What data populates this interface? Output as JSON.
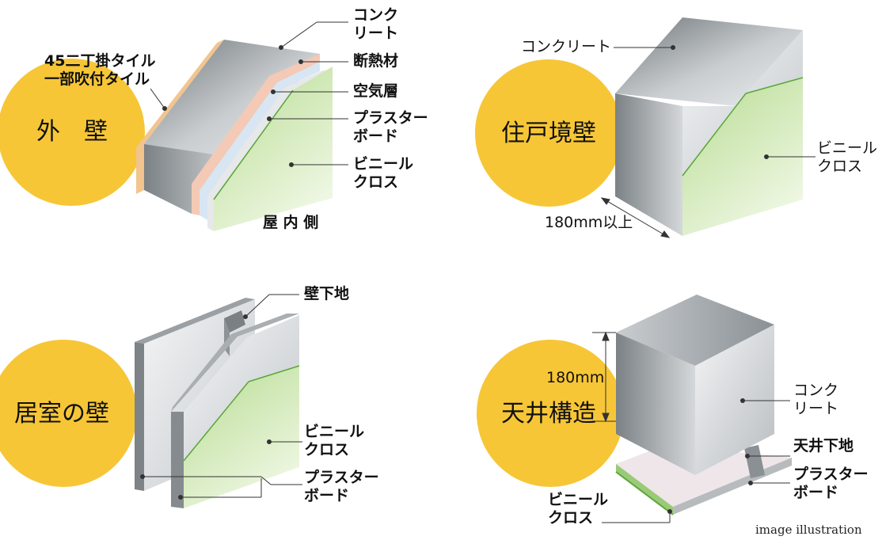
{
  "panels": {
    "exterior": {
      "title": "外　壁",
      "labels": {
        "tile": "45二丁掛タイル\n一部吹付タイル",
        "concrete": "コンク\nリート",
        "insulation": "断熱材",
        "air_layer": "空気層",
        "plasterboard": "プラスター\nボード",
        "vinyl_cloth": "ビニール\nクロス",
        "indoor_side": "屋 内 側"
      }
    },
    "dwelling_boundary": {
      "title": "住戸境壁",
      "labels": {
        "concrete": "コンクリート",
        "vinyl_cloth": "ビニール\nクロス",
        "thickness": "180mm以上"
      }
    },
    "room_wall": {
      "title": "居室の壁",
      "labels": {
        "wall_base": "壁下地",
        "vinyl_cloth": "ビニール\nクロス",
        "plasterboard": "プラスター\nボード"
      }
    },
    "ceiling": {
      "title": "天井構造",
      "labels": {
        "thickness": "180mm",
        "concrete": "コンク\nリート",
        "ceiling_base": "天井下地",
        "plasterboard": "プラスター\nボード",
        "vinyl_cloth": "ビニール\nクロス"
      }
    }
  },
  "footnote": "image illustration",
  "colors": {
    "circle": "#f7c637",
    "concrete_light": "#e9ecee",
    "concrete_dark": "#8f9599",
    "vinyl_green": "#c7e3a6",
    "vinyl_line": "#5aa63a",
    "insulation": "#f4c9b5",
    "air": "#d8e6f3",
    "tile": "#f2c48e"
  }
}
